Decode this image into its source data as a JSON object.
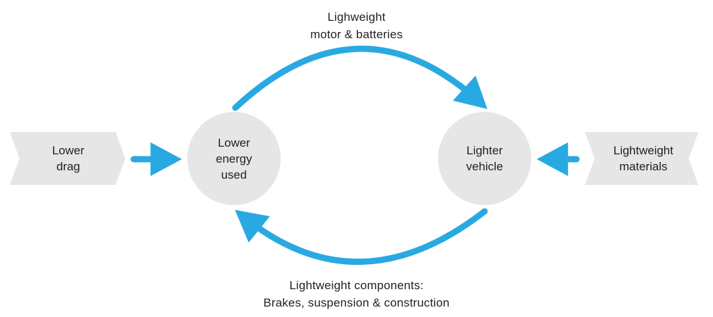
{
  "colors": {
    "arrow": "#29a9e1",
    "node_fill": "#e6e6e6",
    "text": "#1f1f1f",
    "background": "#ffffff"
  },
  "nodes": {
    "lower_drag": {
      "line1": "Lower",
      "line2": "drag"
    },
    "lower_energy": {
      "line1": "Lower",
      "line2": "energy",
      "line3": "used"
    },
    "lighter_vehicle": {
      "line1": "Lighter",
      "line2": "vehicle"
    },
    "lightweight_materials": {
      "line1": "Lightweight",
      "line2": "materials"
    }
  },
  "labels": {
    "top": {
      "line1": "Lighweight",
      "line2": "motor & batteries"
    },
    "bottom": {
      "line1": "Lightweight components:",
      "line2": "Brakes, suspension & construction"
    }
  }
}
